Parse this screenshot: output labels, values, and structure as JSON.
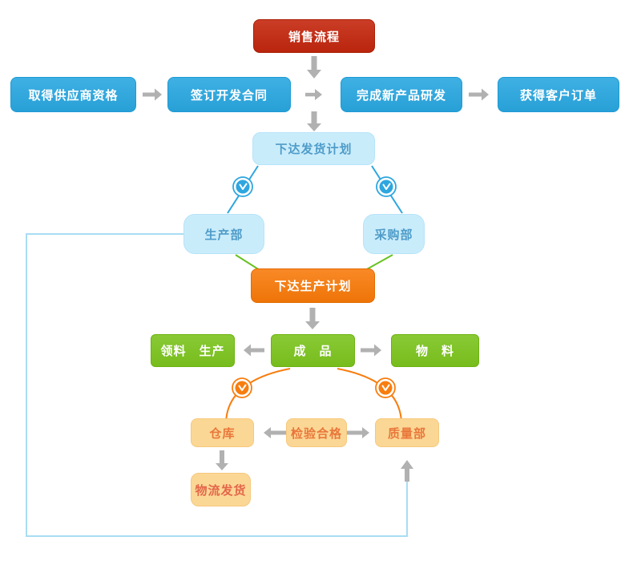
{
  "flowchart": {
    "nodes": {
      "sales_process": {
        "label": "销售流程"
      },
      "supplier_qualification": {
        "label": "取得供应商资格"
      },
      "development_contract": {
        "label": "签订开发合同"
      },
      "new_product_rd": {
        "label": "完成新产品研发"
      },
      "customer_order": {
        "label": "获得客户订单"
      },
      "shipping_plan": {
        "label": "下达发货计划"
      },
      "production_dept": {
        "label": "生产部"
      },
      "purchasing_dept": {
        "label": "采购部"
      },
      "production_plan": {
        "label": "下达生产计划"
      },
      "material_pick_production": {
        "label": "领料　生产"
      },
      "finished_product": {
        "label": "成　品"
      },
      "material": {
        "label": "物　料"
      },
      "warehouse": {
        "label": "仓库"
      },
      "inspection_pass": {
        "label": "检验合格"
      },
      "quality_dept": {
        "label": "质量部"
      },
      "logistics_shipping": {
        "label": "物流发货"
      }
    },
    "icons": {
      "clock": "clock-icon"
    },
    "colors": {
      "red": "#c5270e",
      "blue": "#29a7e0",
      "light_blue": "#c9ecfb",
      "light_blue_text": "#4f9cc9",
      "orange": "#f87908",
      "light_orange": "#fbd795",
      "light_orange_text": "#e9773a",
      "logistics_text": "#e4664a",
      "green": "#7cc41e",
      "arrow_gray": "#b1b1b1",
      "line_blue": "#2ea6df",
      "line_green": "#67c222",
      "line_orange": "#f87d0e",
      "connector_blue": "#a8ddf3"
    }
  }
}
